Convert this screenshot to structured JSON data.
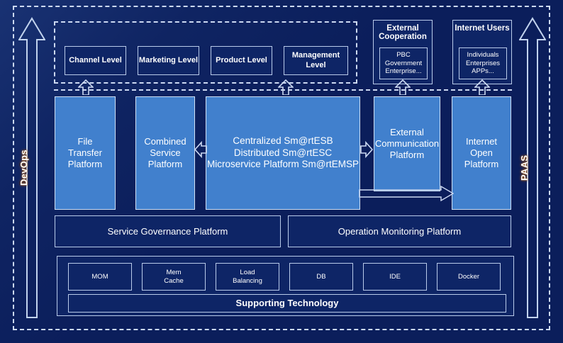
{
  "theme": {
    "background": "#0b1e5b",
    "panel_dark": "#0e2566",
    "panel_blue": "#4180cd",
    "stroke": "#b9cbea",
    "dashed_stroke": "#ccd9f2",
    "text": "#ffffff"
  },
  "side_arrows": {
    "left": {
      "label": "DevOps",
      "direction": "up"
    },
    "right": {
      "label": "PAAS",
      "direction": "up"
    }
  },
  "tiers": {
    "items": [
      {
        "label": "Channel Level"
      },
      {
        "label": "Marketing Level"
      },
      {
        "label": "Product Level"
      },
      {
        "label": "Management Level"
      }
    ]
  },
  "external_groups": [
    {
      "title": "External Cooperation",
      "body": "PBC Government Enterprise..."
    },
    {
      "title": "Internet Users",
      "body": "Individuals Enterprises APPs..."
    }
  ],
  "platforms": [
    {
      "label": "File Transfer Platform"
    },
    {
      "label": "Combined Service Platform"
    },
    {
      "label": "Centralized Sm@rtESB\nDistributed Sm@rtESC\nMicroservice Platform Sm@rtEMSP"
    },
    {
      "label": "External Communication Platform"
    },
    {
      "label": "Internet Open Platform"
    }
  ],
  "core_platform_lines": [
    "Centralized Sm@rtESB",
    "Distributed Sm@rtESC",
    "Microservice Platform Sm@rtEMSP"
  ],
  "management_bar": [
    {
      "label": "Service Governance Platform"
    },
    {
      "label": "Operation Monitoring Platform"
    }
  ],
  "supporting": {
    "technologies": [
      {
        "label": "MOM"
      },
      {
        "label": "Mem Cache"
      },
      {
        "label": "Load Balancing"
      },
      {
        "label": "DB"
      },
      {
        "label": "IDE"
      },
      {
        "label": "Docker"
      }
    ],
    "footer_label": "Supporting Technology"
  }
}
